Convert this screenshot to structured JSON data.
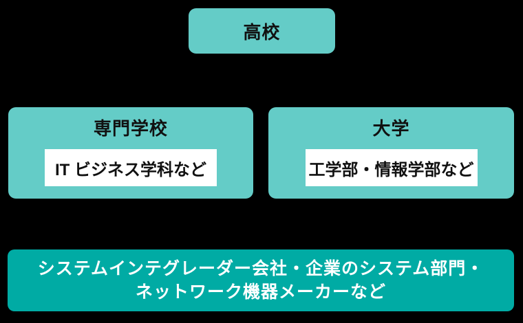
{
  "colors": {
    "background": "#000000",
    "box_light": "#64CCC7",
    "box_dark": "#00ABA4",
    "inner_box": "#ffffff",
    "text_dark": "#111111",
    "text_light": "#ffffff"
  },
  "diagram": {
    "top_box": {
      "label": "高校"
    },
    "middle_boxes": [
      {
        "title": "専門学校",
        "detail": "IT ビジネス学科など"
      },
      {
        "title": "大学",
        "detail": "工学部・情報学部など"
      }
    ],
    "bottom_box": {
      "line1": "システムインテグレーダー会社・企業のシステム部門・",
      "line2": "ネットワーク機器メーカーなど"
    }
  }
}
